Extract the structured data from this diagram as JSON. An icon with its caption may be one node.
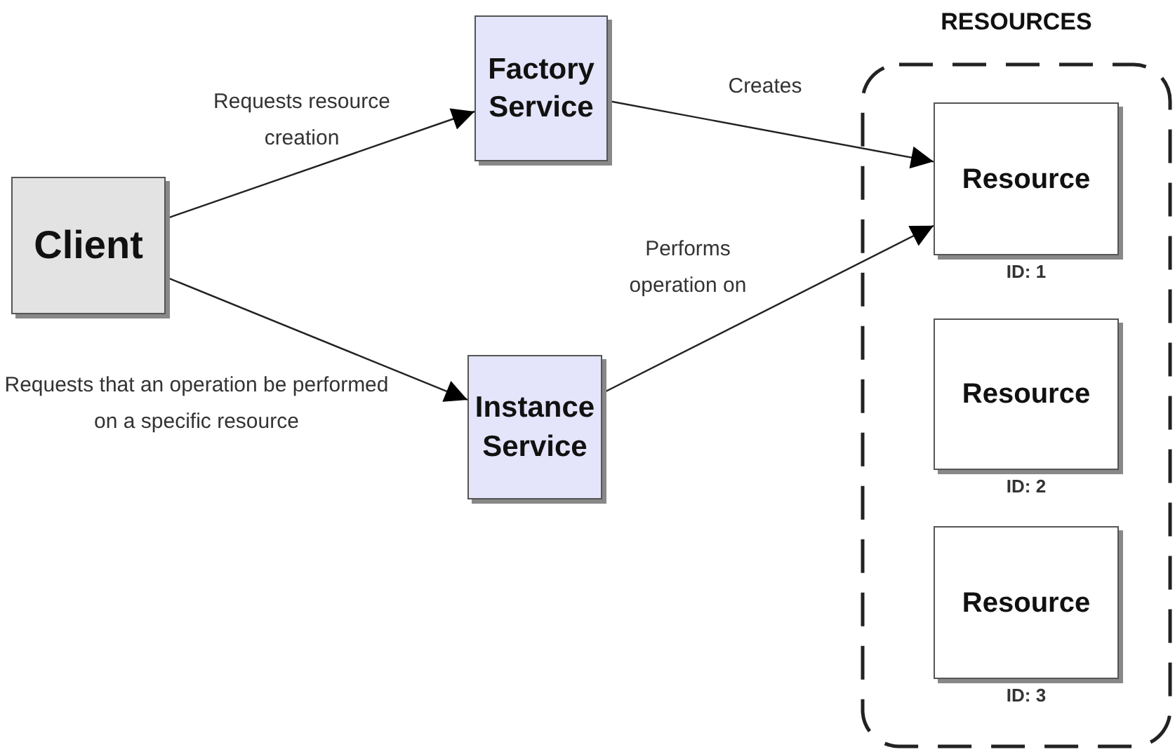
{
  "diagram": {
    "nodes": [
      {
        "text": [
          "Client"
        ]
      },
      {
        "text": [
          "Factory Service"
        ]
      },
      {
        "text": [
          "Instance Service"
        ]
      },
      {
        "text": [
          "RESOURCES"
        ]
      },
      {
        "text": [
          "Resource"
        ],
        "in": 3,
        "beside": [
          "ID: 1"
        ]
      },
      {
        "text": [
          "Resource"
        ],
        "in": 3,
        "beside": [
          "ID: 2"
        ]
      },
      {
        "text": [
          "Resource"
        ],
        "in": 3,
        "beside": [
          "ID: 3"
        ]
      }
    ],
    "edges": [
      {
        "from": 0,
        "to": 1,
        "arrow": "to",
        "label": "Requests resource creation"
      },
      {
        "from": 0,
        "to": 2,
        "arrow": "to",
        "label": "Requests that an operation be performed on a specific resource"
      },
      {
        "from": 1,
        "to": 4,
        "arrow": "to",
        "label": "Creates"
      },
      {
        "from": 2,
        "to": 4,
        "arrow": "to",
        "label": "Performs operation on"
      }
    ]
  }
}
